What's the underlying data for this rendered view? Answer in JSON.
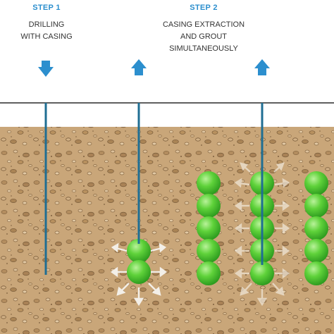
{
  "step1": {
    "title": "STEP 1",
    "line1": "DRILLING",
    "line2": "WITH CASING",
    "arrow": "down-arrow"
  },
  "step2": {
    "title": "STEP 2",
    "line1": "CASING EXTRACTION",
    "line2": "AND  GROUT SIMULTANEOUSLY",
    "arrow": "up-arrow"
  },
  "colors": {
    "accent": "#2c8fce",
    "soil": "#c8a47a",
    "grout": "#4ec82e",
    "casing": "#1f6e93"
  },
  "columns": [
    {
      "id": "drilling",
      "grout_balls": 0,
      "casing": true,
      "spread_arrows": false
    },
    {
      "id": "early-extraction",
      "grout_balls": 2,
      "casing": true,
      "spread_arrows": true
    },
    {
      "id": "finished-left",
      "grout_balls": 5,
      "casing": false,
      "spread_arrows": false
    },
    {
      "id": "extraction-in-progress",
      "grout_balls": 5,
      "casing": true,
      "spread_arrows": true
    },
    {
      "id": "finished-right",
      "grout_balls": 5,
      "casing": false,
      "spread_arrows": false
    }
  ]
}
